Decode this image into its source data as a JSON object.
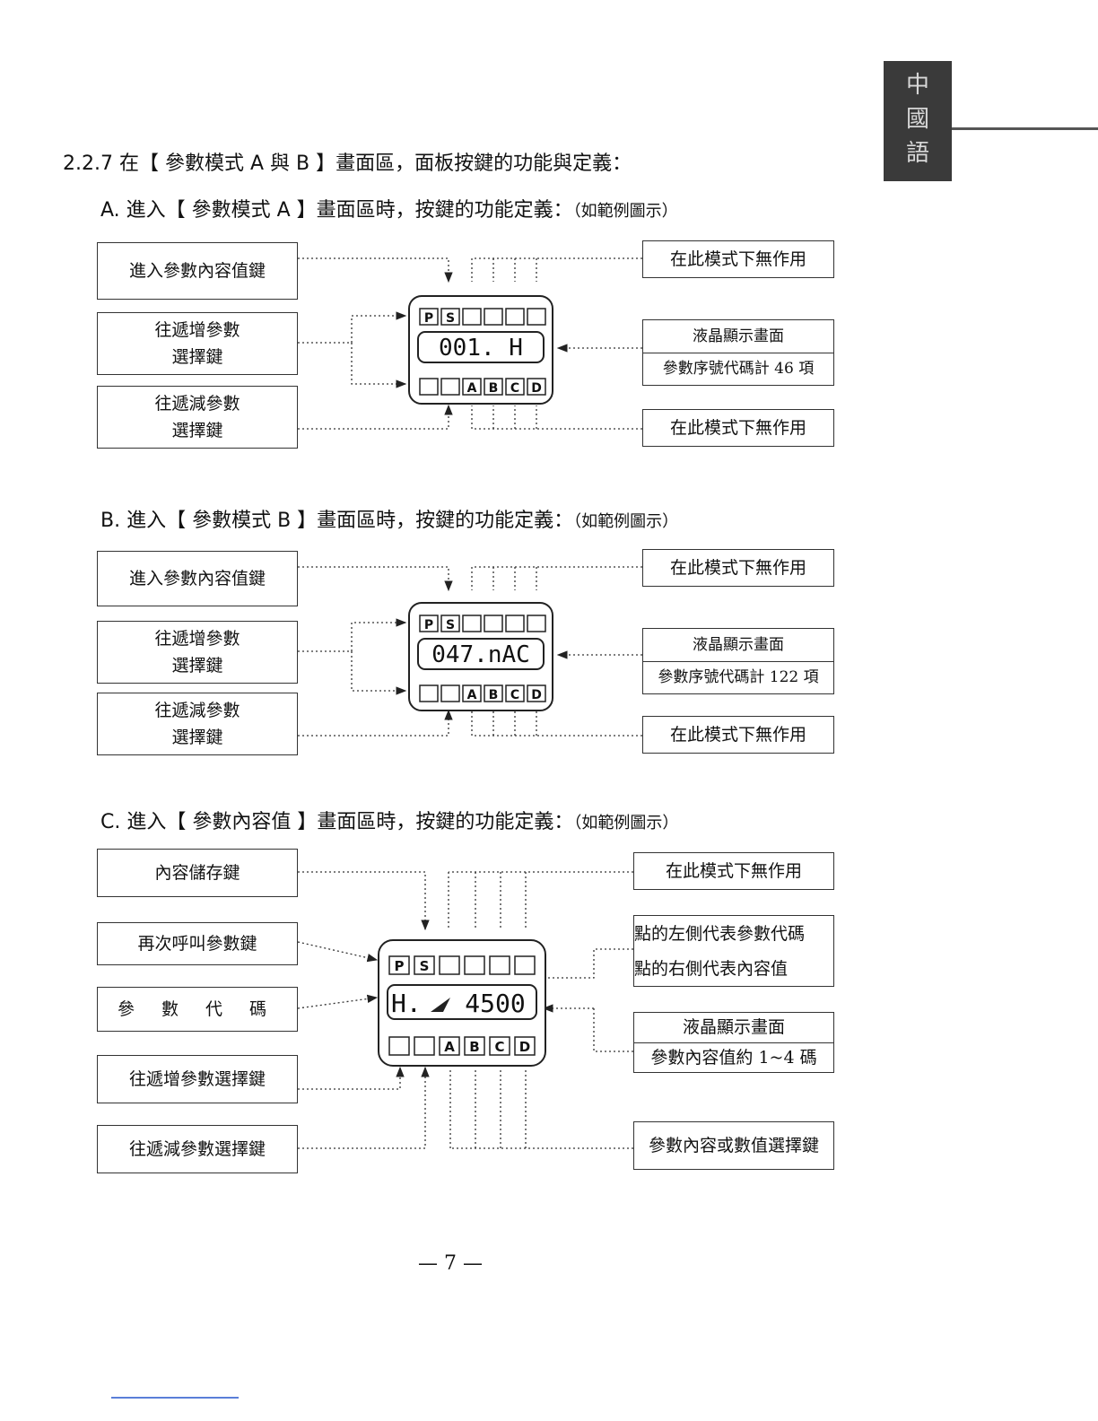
{
  "tab": {
    "chars": [
      "中",
      "國",
      "語"
    ]
  },
  "heading": "2.2.7 在【 參數模式 A 與 B 】畫面區，面板按鍵的功能與定義：",
  "sections": [
    {
      "title": "A. 進入【 參數模式 A 】畫面區時，按鍵的功能定義：",
      "note": "（如範例圖示）",
      "left_boxes": [
        "進入參數內容值鍵",
        "往遞增參數",
        "選擇鍵",
        "往遞減參數",
        "選擇鍵"
      ],
      "right_boxes": [
        "在此模式下無作用",
        "液晶顯示畫面",
        "參數序號代碼計 46 項",
        "在此模式下無作用"
      ],
      "display": "001.   H"
    },
    {
      "title": "B. 進入【 參數模式 B 】畫面區時，按鍵的功能定義：",
      "note": "（如範例圖示）",
      "left_boxes": [
        "進入參數內容值鍵",
        "往遞增參數",
        "選擇鍵",
        "往遞減參數",
        "選擇鍵"
      ],
      "right_boxes": [
        "在此模式下無作用",
        "液晶顯示畫面",
        "參數序號代碼計 122 項",
        "在此模式下無作用"
      ],
      "display": "047.nAC"
    },
    {
      "title": "C. 進入【 參數內容值 】畫面區時，按鍵的功能定義：",
      "note": "（如範例圖示）",
      "left_boxes": [
        "內容儲存鍵",
        "再次呼叫參數鍵",
        "參 數 代 碼",
        "往遞增參數選擇鍵",
        "往遞減參數選擇鍵"
      ],
      "right_boxes": [
        "在此模式下無作用",
        "點的左側代表參數代碼",
        "點的右側代表內容值",
        "液晶顯示畫面",
        "參數內容值約 1~4 碼",
        "參數內容或數值選擇鍵"
      ],
      "display_left": "H.",
      "display_right": "4500"
    }
  ],
  "panel_keys": {
    "p": "P",
    "s": "S",
    "a": "A",
    "b": "B",
    "c": "C",
    "d": "D"
  },
  "page_number": "— 7 —"
}
